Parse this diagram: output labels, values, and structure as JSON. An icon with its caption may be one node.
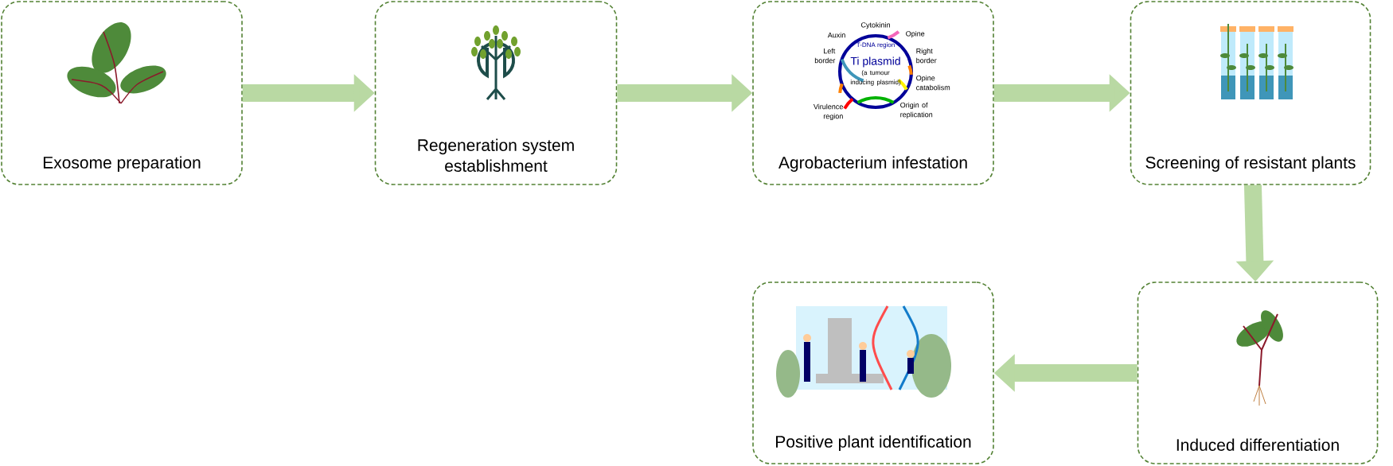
{
  "diagram": {
    "nodes": [
      {
        "text": [
          "Exosome preparation"
        ]
      },
      {
        "text": [
          "Regeneration system establishment"
        ]
      },
      {
        "text": [
          "Agrobacterium infestation"
        ]
      },
      {
        "text": [
          "Screening of resistant plants"
        ]
      },
      {
        "text": [
          "Induced differentiation"
        ]
      },
      {
        "text": [
          "Positive plant identification"
        ]
      }
    ],
    "edges": [
      {
        "from": 0,
        "to": 1,
        "arrow": "to"
      },
      {
        "from": 1,
        "to": 2,
        "arrow": "to"
      },
      {
        "from": 2,
        "to": 3,
        "arrow": "to"
      },
      {
        "from": 3,
        "to": 4,
        "arrow": "to"
      },
      {
        "from": 4,
        "to": 5,
        "arrow": "to"
      }
    ],
    "labels": [
      "Cytokinin",
      "Auxin",
      "Opine",
      "T-DNA region",
      "Left border",
      "Right border",
      "Ti plasmid",
      "(a tumour inducing plasmid)",
      "Opine catabolism",
      "Origin of replication",
      "Virulence region"
    ]
  }
}
